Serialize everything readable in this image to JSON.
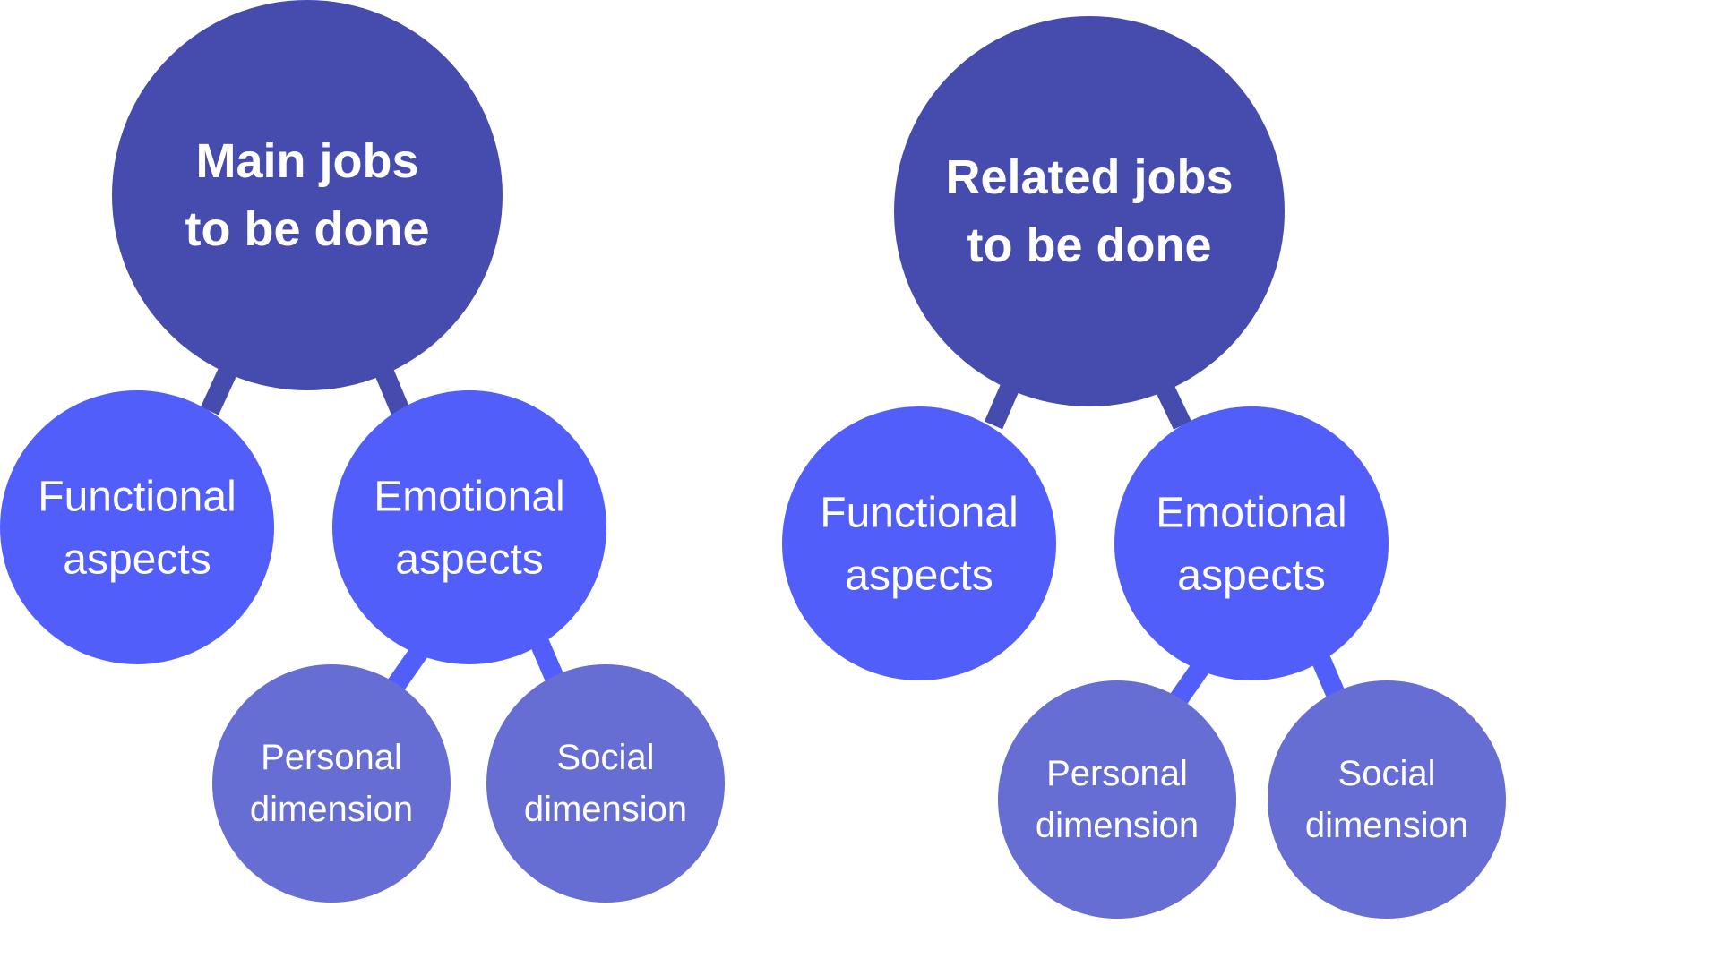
{
  "colors": {
    "main": "#454cad",
    "aspect": "#525efa",
    "dimension": "#666dd3",
    "connector_upper": "#454cad",
    "connector_lower": "#525efa"
  },
  "trees": [
    {
      "root": {
        "line1": "Main jobs",
        "line2": "to be done"
      },
      "functional": {
        "line1": "Functional",
        "line2": "aspects"
      },
      "emotional": {
        "line1": "Emotional",
        "line2": "aspects"
      },
      "personal": {
        "line1": "Personal",
        "line2": "dimension"
      },
      "social": {
        "line1": "Social",
        "line2": "dimension"
      }
    },
    {
      "root": {
        "line1": "Related jobs",
        "line2": "to be done"
      },
      "functional": {
        "line1": "Functional",
        "line2": "aspects"
      },
      "emotional": {
        "line1": "Emotional",
        "line2": "aspects"
      },
      "personal": {
        "line1": "Personal",
        "line2": "dimension"
      },
      "social": {
        "line1": "Social",
        "line2": "dimension"
      }
    }
  ]
}
